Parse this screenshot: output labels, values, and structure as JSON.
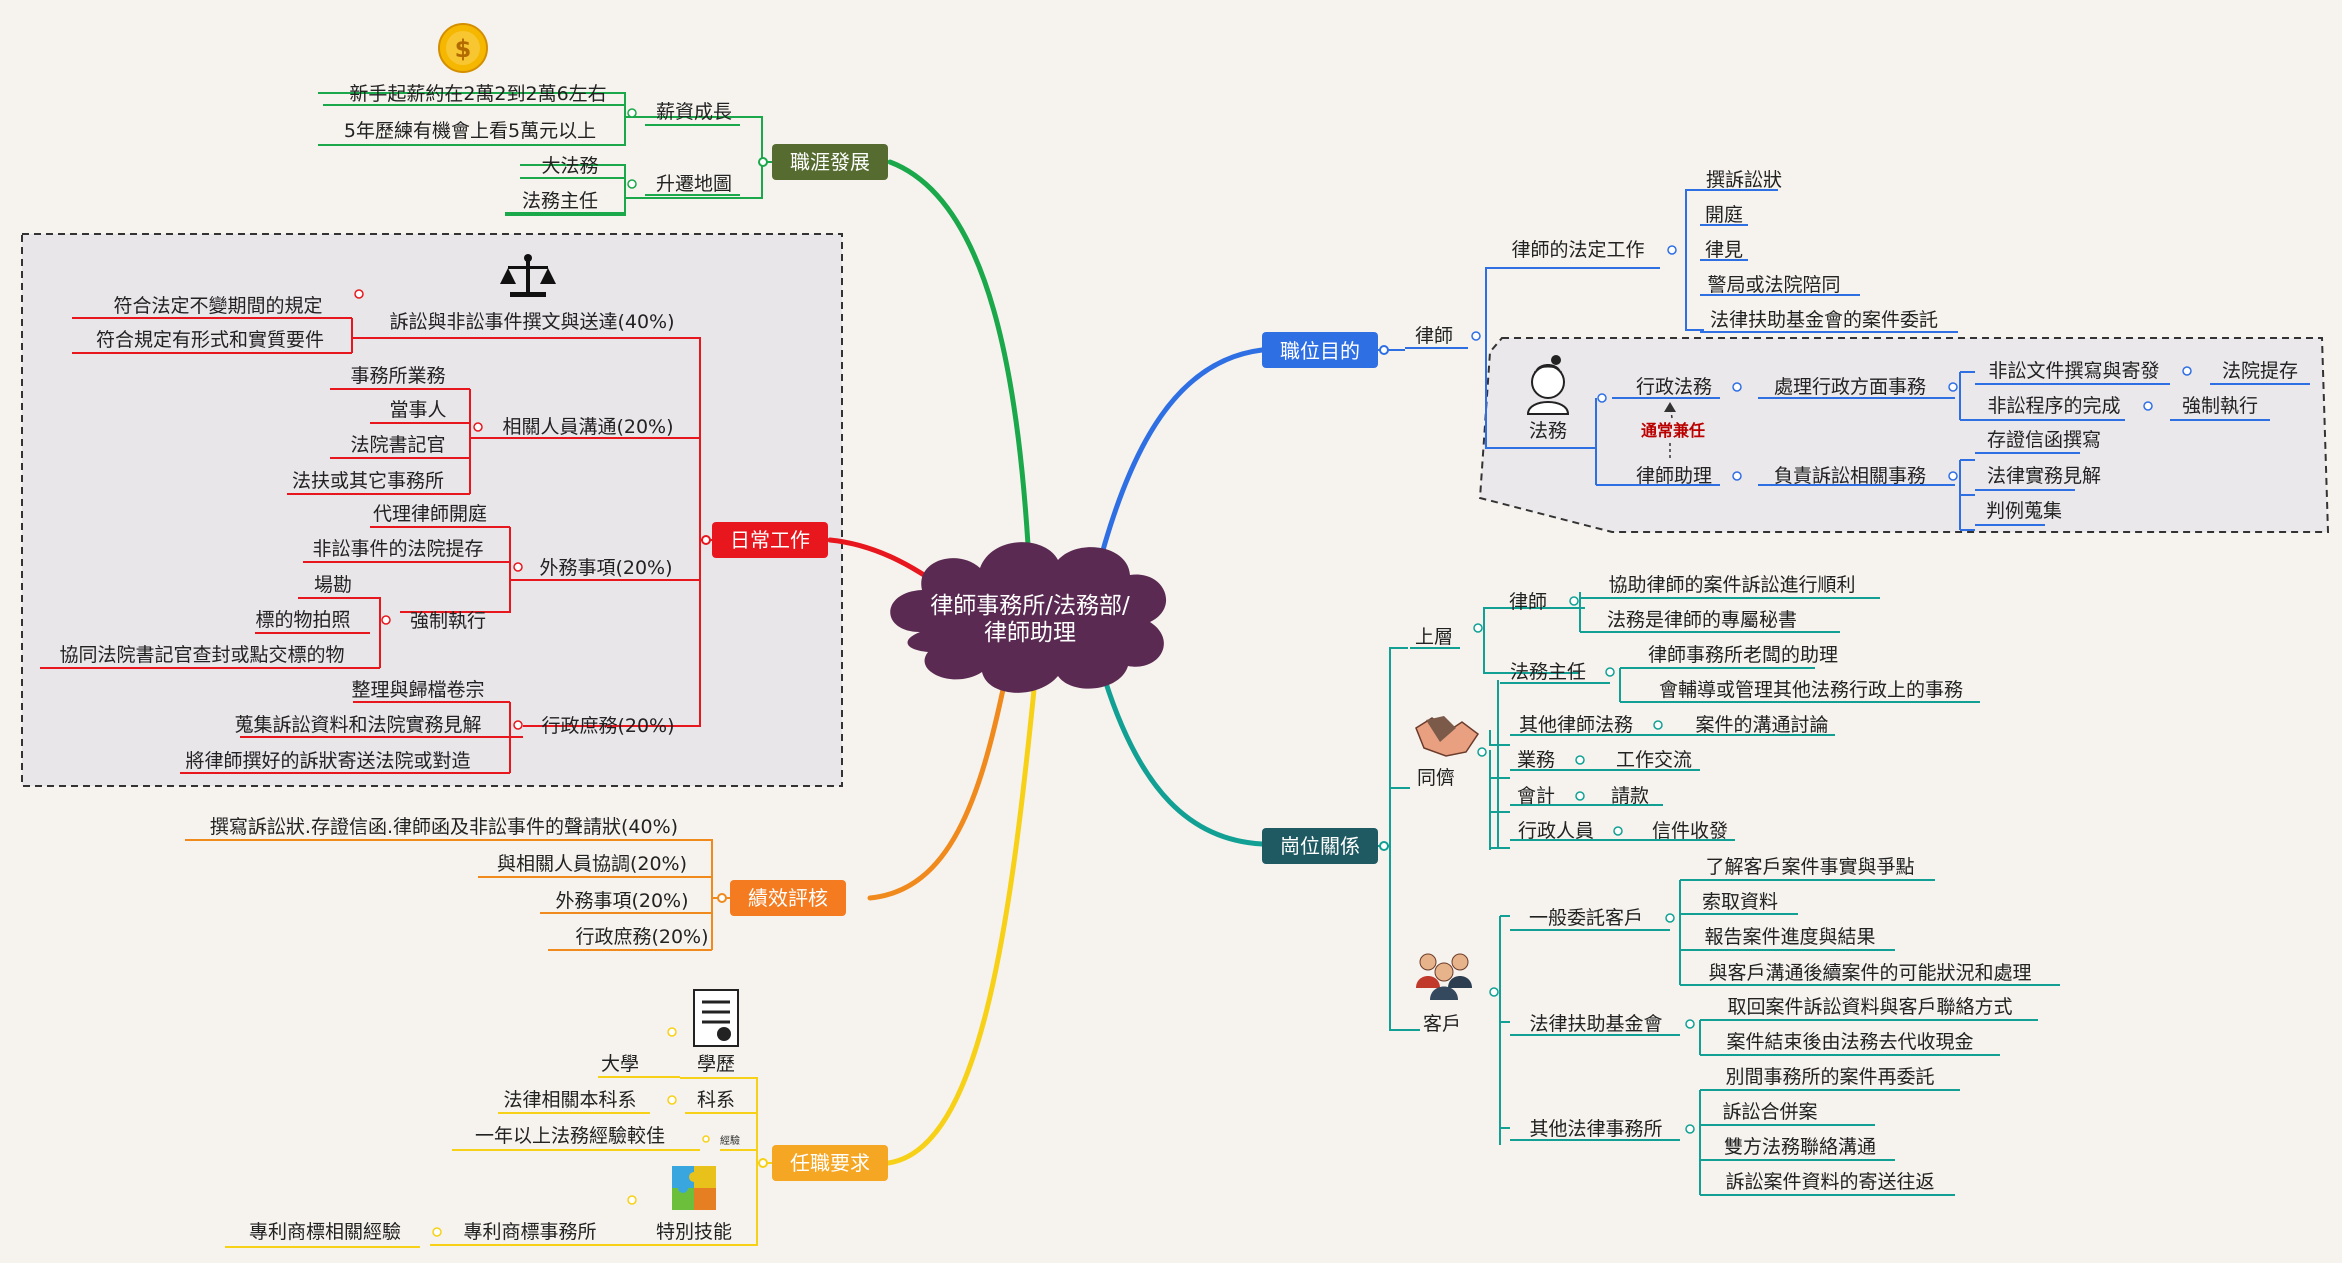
{
  "central": {
    "line1": "律師事務所/法務部/",
    "line2": "律師助理"
  },
  "colors": {
    "career": "#556b2f",
    "daily": "#e8171e",
    "perf": "#f47b20",
    "req": "#f5a623",
    "purpose": "#2f6fe4",
    "relation": "#1f5a63",
    "line_green": "#1aa84a",
    "line_red": "#e8171e",
    "line_orange": "#f08a1d",
    "line_yellow": "#f7d117",
    "line_blue": "#2f6fe4",
    "line_teal": "#12a094"
  },
  "career": {
    "label": "職涯發展",
    "salary": {
      "label": "薪資成長",
      "items": [
        "新手起薪約在2萬2到2萬6左右",
        "5年歷練有機會上看5萬元以上"
      ]
    },
    "promo": {
      "label": "升遷地圖",
      "items": [
        "大法務",
        "法務主任"
      ]
    },
    "icon": "$"
  },
  "daily": {
    "label": "日常工作",
    "g1": {
      "label": "訴訟與非訟事件撰文與送達(40%)",
      "items": [
        "符合法定不變期間的規定",
        "符合規定有形式和實質要件"
      ]
    },
    "g2": {
      "label": "相關人員溝通(20%)",
      "items": [
        "事務所業務",
        "當事人",
        "法院書記官",
        "法扶或其它事務所"
      ]
    },
    "g3": {
      "label": "外務事項(20%)",
      "items": [
        "代理律師開庭",
        "非訟事件的法院提存"
      ],
      "force": {
        "label": "強制執行",
        "items": [
          "場勘",
          "標的物拍照",
          "協同法院書記官查封或點交標的物"
        ]
      }
    },
    "g4": {
      "label": "行政庶務(20%)",
      "items": [
        "整理與歸檔卷宗",
        "蒐集訴訟資料和法院實務見解",
        "將律師撰好的訴狀寄送法院或對造"
      ]
    }
  },
  "perf": {
    "label": "績效評核",
    "items": [
      "撰寫訴訟狀.存證信函.律師函及非訟事件的聲請狀(40%)",
      "與相關人員協調(20%)",
      "外務事項(20%)",
      "行政庶務(20%)"
    ]
  },
  "req": {
    "label": "任職要求",
    "edu": {
      "label": "學歷",
      "value": "大學"
    },
    "major": {
      "label": "科系",
      "value": "法律相關本科系"
    },
    "exp": {
      "label": "經驗",
      "value": "一年以上法務經驗較佳"
    },
    "skill": {
      "label": "特別技能",
      "sub": "專利商標事務所",
      "value": "專利商標相關經驗"
    }
  },
  "purpose": {
    "label": "職位目的",
    "lawyer": {
      "label": "律師",
      "duty": "律師的法定工作",
      "items": [
        "撰訴訟狀",
        "開庭",
        "律見",
        "警局或法院陪同",
        "法律扶助基金會的案件委託"
      ]
    },
    "legal": {
      "label": "法務",
      "admin": {
        "label": "行政法務",
        "task": "處理行政方面事務"
      },
      "nonlit1": {
        "label": "非訟文件撰寫與寄發",
        "sub": "法院提存"
      },
      "nonlit2": {
        "label": "非訟程序的完成",
        "sub": "強制執行"
      },
      "note": "通常兼任",
      "assistant": {
        "label": "律師助理",
        "task": "負責訴訟相關事務",
        "items": [
          "存證信函撰寫",
          "法律實務見解",
          "判例蒐集"
        ]
      }
    }
  },
  "relation": {
    "label": "崗位關係",
    "upper": {
      "label": "上層",
      "lawyer": {
        "label": "律師",
        "items": [
          "協助律師的案件訴訟進行順利",
          "法務是律師的專屬秘書"
        ]
      },
      "chief": {
        "label": "法務主任",
        "items": [
          "律師事務所老闆的助理",
          "會輔導或管理其他法務行政上的事務"
        ]
      }
    },
    "peer": {
      "label": "同儕",
      "rows": [
        {
          "label": "其他律師法務",
          "value": "案件的溝通討論"
        },
        {
          "label": "業務",
          "value": "工作交流"
        },
        {
          "label": "會計",
          "value": "請款"
        },
        {
          "label": "行政人員",
          "value": "信件收發"
        }
      ]
    },
    "client": {
      "label": "客戶",
      "general": {
        "label": "一般委託客戶",
        "items": [
          "了解客戶案件事實與爭點",
          "索取資料",
          "報告案件進度與結果",
          "與客戶溝通後續案件的可能狀況和處理"
        ]
      },
      "fund": {
        "label": "法律扶助基金會",
        "items": [
          "取回案件訴訟資料與客戶聯絡方式",
          "案件結束後由法務去代收現金"
        ]
      },
      "other": {
        "label": "其他法律事務所",
        "items": [
          "別間事務所的案件再委託",
          "訴訟合併案",
          "雙方法務聯絡溝通",
          "訴訟案件資料的寄送往返"
        ]
      }
    }
  }
}
